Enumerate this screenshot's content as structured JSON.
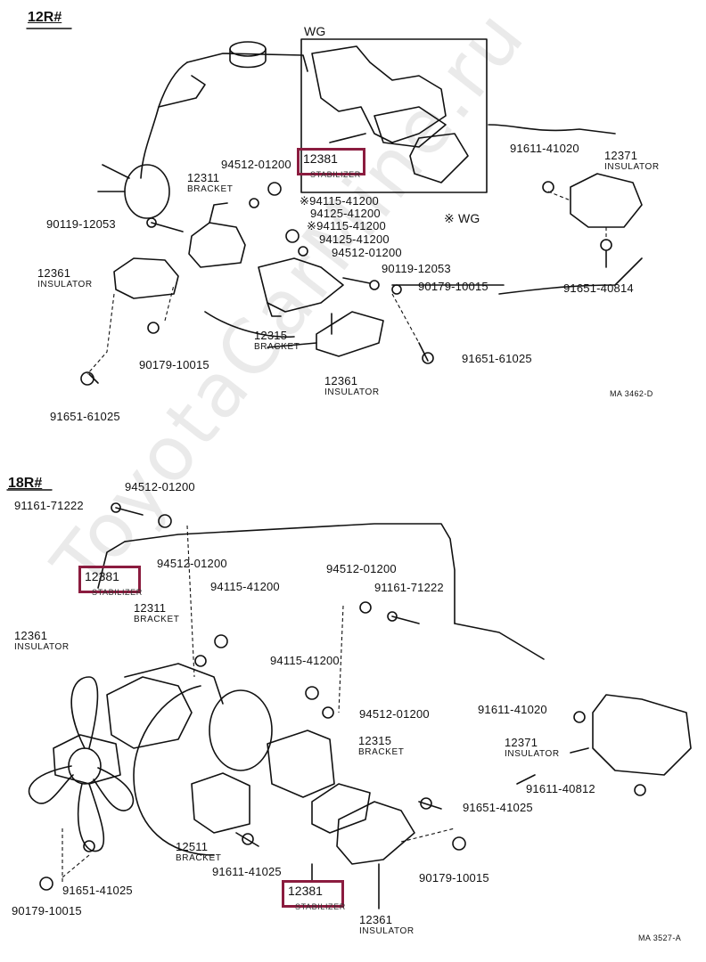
{
  "watermark": "ToyotaCarMine.ru",
  "top": {
    "section": "12R#",
    "wg_box": "WG",
    "wg_note": "※ WG",
    "stabilizer": {
      "num": "12381",
      "name": "STABILIZER"
    },
    "code": "MA 3462-D",
    "labels": {
      "b1": "94512-01200",
      "b2": "12311",
      "b2s": "BRACKET",
      "b3": "※94115-41200",
      "b4": "94125-41200",
      "b5": "※94115-41200",
      "b6": "94125-41200",
      "b7": "94512-01200",
      "b8": "90119-12053",
      "b9": "90179-10015",
      "b10": "90119-12053",
      "b11": "12361",
      "b11s": "INSULATOR",
      "b12": "12315",
      "b12s": "BRACKET",
      "b13": "90179-10015",
      "b14": "91651-61025",
      "b15": "12361",
      "b15s": "INSULATOR",
      "b16": "91651-61025",
      "b17": "91611-41020",
      "b18": "12371",
      "b18s": "INSULATOR",
      "b19": "91651-40814"
    }
  },
  "bottom": {
    "section": "18R#",
    "stabilizer1": {
      "num": "12381",
      "name": "STABILIZER"
    },
    "stabilizer2": {
      "num": "12381",
      "name": "STABILIZER"
    },
    "code": "MA 3527-A",
    "labels": {
      "c1": "94512-01200",
      "c2": "91161-71222",
      "c3": "94512-01200",
      "c4": "94115-41200",
      "c5": "12311",
      "c5s": "BRACKET",
      "c6": "12361",
      "c6s": "INSULATOR",
      "c7": "94512-01200",
      "c8": "91161-71222",
      "c9": "94115-41200",
      "c10": "94512-01200",
      "c11": "12315",
      "c11s": "BRACKET",
      "c12": "91611-41020",
      "c13": "12371",
      "c13s": "INSULATOR",
      "c14": "91611-40812",
      "c15": "91651-41025",
      "c16": "12511",
      "c16s": "BRACKET",
      "c17": "91611-41025",
      "c18": "91651-41025",
      "c19": "90179-10015",
      "c20": "90179-10015",
      "c21": "12361",
      "c21s": "INSULATOR"
    }
  },
  "colors": {
    "highlight": "#8b1c3f",
    "ink": "#111111",
    "watermark": "#d9d9d9"
  }
}
